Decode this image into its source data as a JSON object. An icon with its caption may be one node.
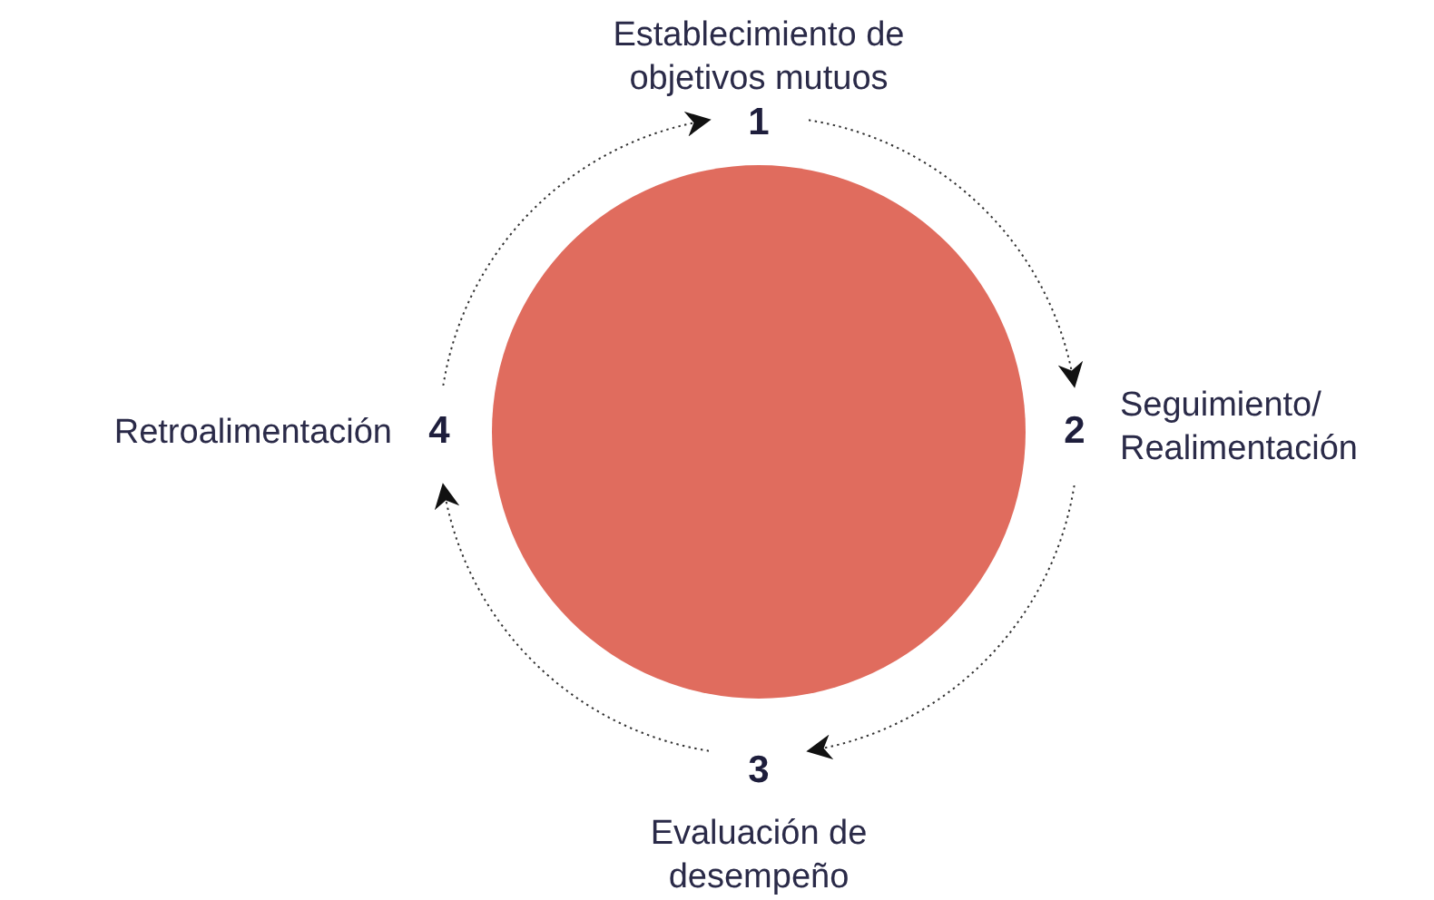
{
  "diagram": {
    "nodes": [
      {
        "text": [
          "1"
        ],
        "beside": [
          "Establecimiento de objetivos mutuos"
        ]
      },
      {
        "text": [
          "2"
        ],
        "beside": [
          "Seguimiento/ Realimentación"
        ]
      },
      {
        "text": [
          "3"
        ],
        "beside": [
          "Evaluación de desempeño"
        ]
      },
      {
        "text": [
          "4"
        ],
        "beside": [
          "Retroalimentación"
        ]
      },
      {
        "text": [],
        "shape": "circle"
      }
    ],
    "edges": [
      {
        "from": 0,
        "to": 1,
        "arrow": "to",
        "style": "dashed"
      },
      {
        "from": 1,
        "to": 2,
        "arrow": "to",
        "style": "dashed"
      },
      {
        "from": 2,
        "to": 3,
        "arrow": "to",
        "style": "dashed"
      },
      {
        "from": 3,
        "to": 0,
        "arrow": "to",
        "style": "dashed"
      }
    ]
  }
}
